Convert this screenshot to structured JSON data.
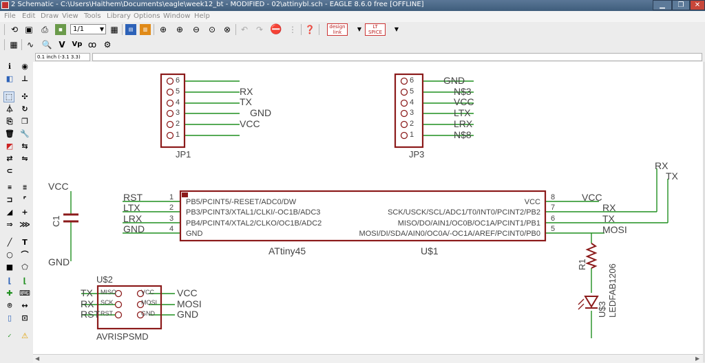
{
  "window": {
    "title": "2 Schematic - C:\\Users\\Haithem\\Documents\\eagle\\week12_bt - MODIFIED - 02\\attinybl.sch - EAGLE 8.6.0 free [OFFLINE]",
    "min": "▁",
    "max": "❐",
    "close": "✕"
  },
  "menu": [
    "File",
    "Edit",
    "Draw",
    "View",
    "Tools",
    "Library",
    "Options",
    "Window",
    "Help"
  ],
  "toolbar": {
    "sheet_value": "1/1",
    "design_link": "design link",
    "ltspice": "LT SPICE"
  },
  "coord": "0.1 inch (-3.1 3.3)",
  "colors": {
    "wire": "#1f8f1f",
    "symbol": "#8b1a1a",
    "text": "#444444"
  },
  "schematic": {
    "jp1": {
      "name": "JP1",
      "pins": [
        "6",
        "5",
        "4",
        "3",
        "2",
        "1"
      ],
      "nets": [
        "RX",
        "TX",
        "GND",
        "VCC"
      ]
    },
    "jp3": {
      "name": "JP3",
      "pins": [
        "6",
        "5",
        "4",
        "3",
        "2",
        "1"
      ],
      "nets": [
        "GND",
        "N$3",
        "VCC",
        "LTX",
        "LRX",
        "N$8"
      ]
    },
    "c1": {
      "name": "C1",
      "top": "VCC",
      "bottom": "GND"
    },
    "attiny": {
      "name": "ATtiny45",
      "ref": "U$1",
      "left_pins": [
        {
          "num": "1",
          "label": "PB5/PCINT5/-RESET/ADC0/DW",
          "net": "RST"
        },
        {
          "num": "2",
          "label": "PB3/PCINT3/XTAL1/CLKI/-OC1B/ADC3",
          "net": "LTX"
        },
        {
          "num": "3",
          "label": "PB4/PCINT4/XTAL2/CLKO/OC1B/ADC2",
          "net": "LRX"
        },
        {
          "num": "4",
          "label": "GND",
          "net": "GND"
        }
      ],
      "right_pins": [
        {
          "num": "8",
          "label": "VCC",
          "net": "VCC"
        },
        {
          "num": "7",
          "label": "SCK/USCK/SCL/ADC1/T0/INT0/PCINT2/PB2",
          "net": "RX"
        },
        {
          "num": "6",
          "label": "MISO/DO/AIN1/OC0B/OC1A/PCINT1/PB1",
          "net": "TX"
        },
        {
          "num": "5",
          "label": "MOSI/DI/SDA/AIN0/OC0A/-OC1A/AREF/PCINT0/PB0",
          "net": "MOSI"
        }
      ]
    },
    "r1": {
      "name": "R1"
    },
    "led": {
      "name": "U$3",
      "value": "LEDFAB1206"
    },
    "avr": {
      "ref": "U$2",
      "name": "AVRISPSMD",
      "left_pins": [
        "MISO",
        "SCK",
        "RST"
      ],
      "right_pins": [
        "VCC",
        "MOSI",
        "GND"
      ],
      "left_nets": [
        "TX",
        "RX",
        "RST"
      ],
      "right_nets": [
        "VCC",
        "MOSI",
        "GND"
      ]
    },
    "corner_nets": [
      "RX",
      "TX"
    ]
  }
}
